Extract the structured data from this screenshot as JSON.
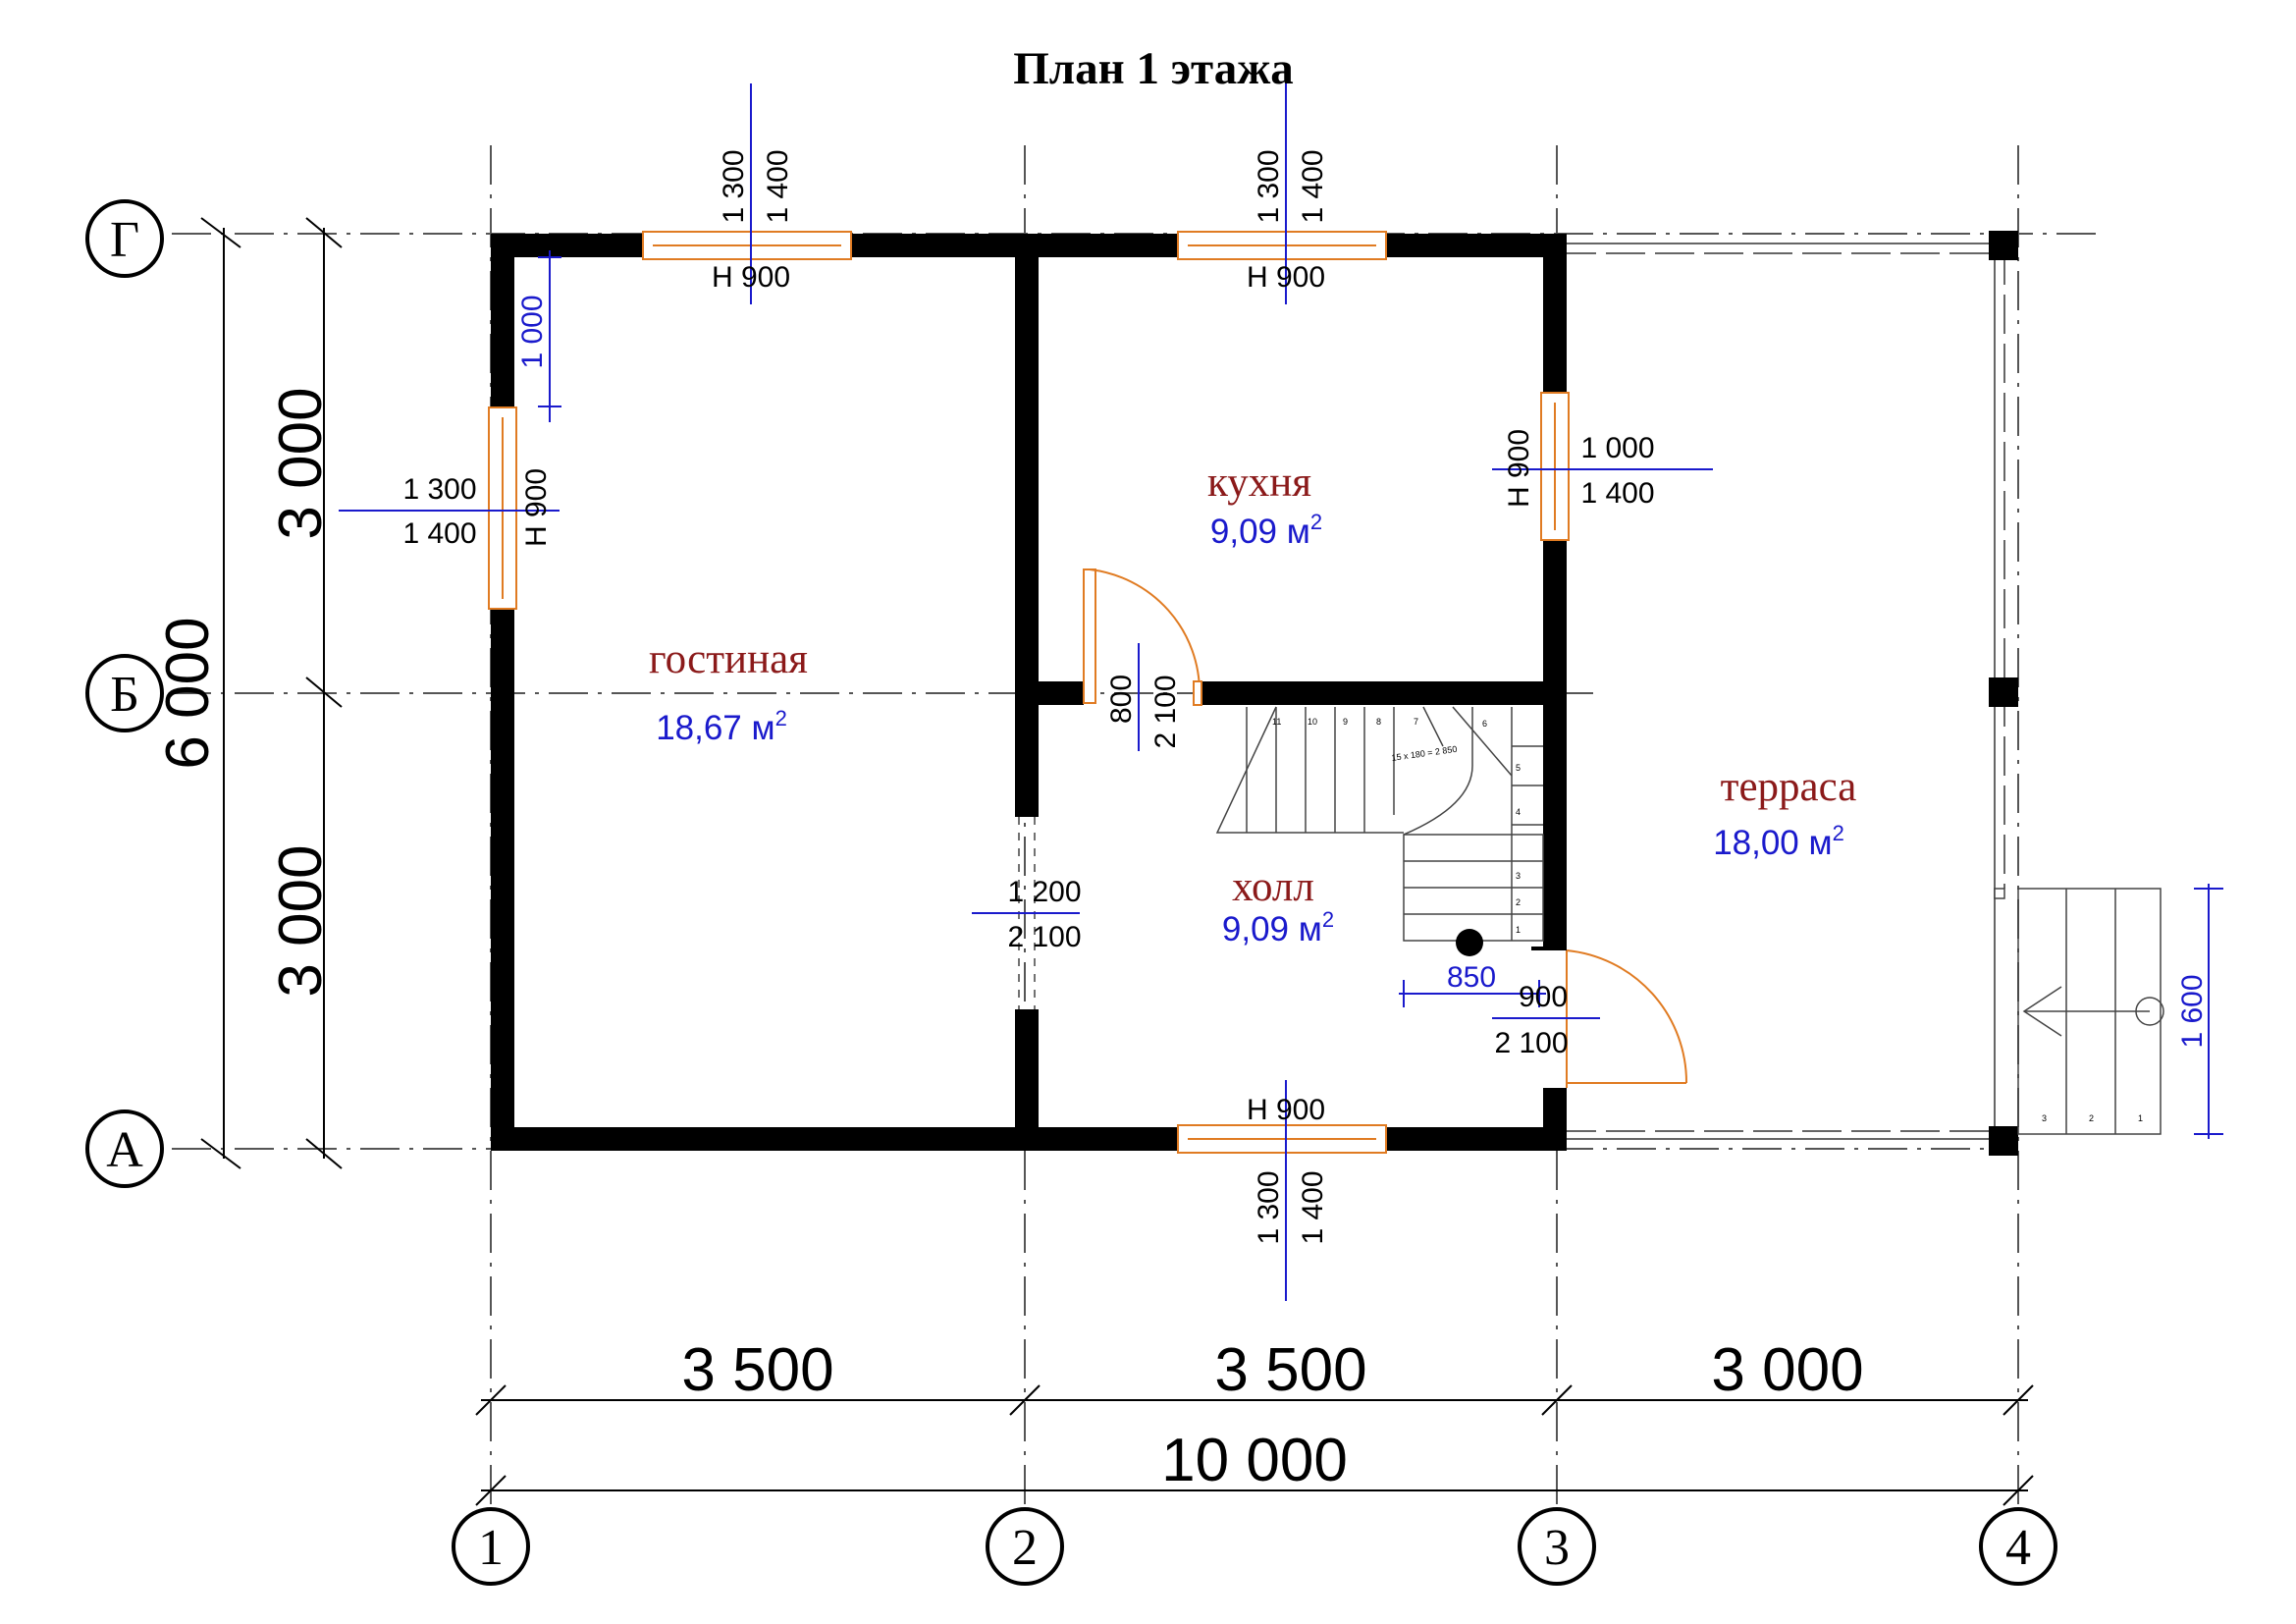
{
  "title": "План 1 этажа",
  "axes": {
    "horizontal": [
      "Г",
      "Б",
      "А"
    ],
    "vertical": [
      "1",
      "2",
      "3",
      "4"
    ]
  },
  "rooms": [
    {
      "name": "гостиная",
      "area": "18,67 м",
      "sup": "2"
    },
    {
      "name": "кухня",
      "area": "9,09 м",
      "sup": "2"
    },
    {
      "name": "холл",
      "area": "9,09 м",
      "sup": "2"
    },
    {
      "name": "терраса",
      "area": "18,00 м",
      "sup": "2"
    }
  ],
  "dimensions": {
    "left_total": "6 000",
    "left_top": "3 000",
    "left_bottom": "3 000",
    "bottom_total": "10 000",
    "bottom_spans": [
      "3 500",
      "3 500",
      "3 000"
    ],
    "porch": "1 600",
    "window_offset": "1 000",
    "stair_offset": "850"
  },
  "openings": {
    "win_top_left": {
      "w": "1 300",
      "h": "1 400",
      "sill": "Н  900"
    },
    "win_top_right": {
      "w": "1 300",
      "h": "1 400",
      "sill": "Н  900"
    },
    "win_left": {
      "w": "1 300",
      "h": "1 400",
      "sill": "Н  900"
    },
    "win_right": {
      "w": "1 000",
      "h": "1 400",
      "sill": "Н  900"
    },
    "win_bottom": {
      "w": "1 300",
      "h": "1 400",
      "sill": "Н  900"
    },
    "door_kitchen": {
      "w": "800",
      "h": "2 100"
    },
    "opening_living": {
      "w": "1 200",
      "h": "2 100"
    },
    "door_entry": {
      "w": "900",
      "h": "2 100"
    }
  },
  "stair": {
    "note": "15 x 180 = 2 850",
    "steps": [
      "1",
      "2",
      "3",
      "4",
      "5",
      "6",
      "7",
      "8",
      "9",
      "10",
      "11"
    ],
    "porch_steps": [
      "3",
      "2",
      "1"
    ]
  },
  "colors": {
    "walls": "#000000",
    "room_names": "#8b1a1a",
    "areas": "#1a1acc",
    "openings": "#e07b22"
  }
}
